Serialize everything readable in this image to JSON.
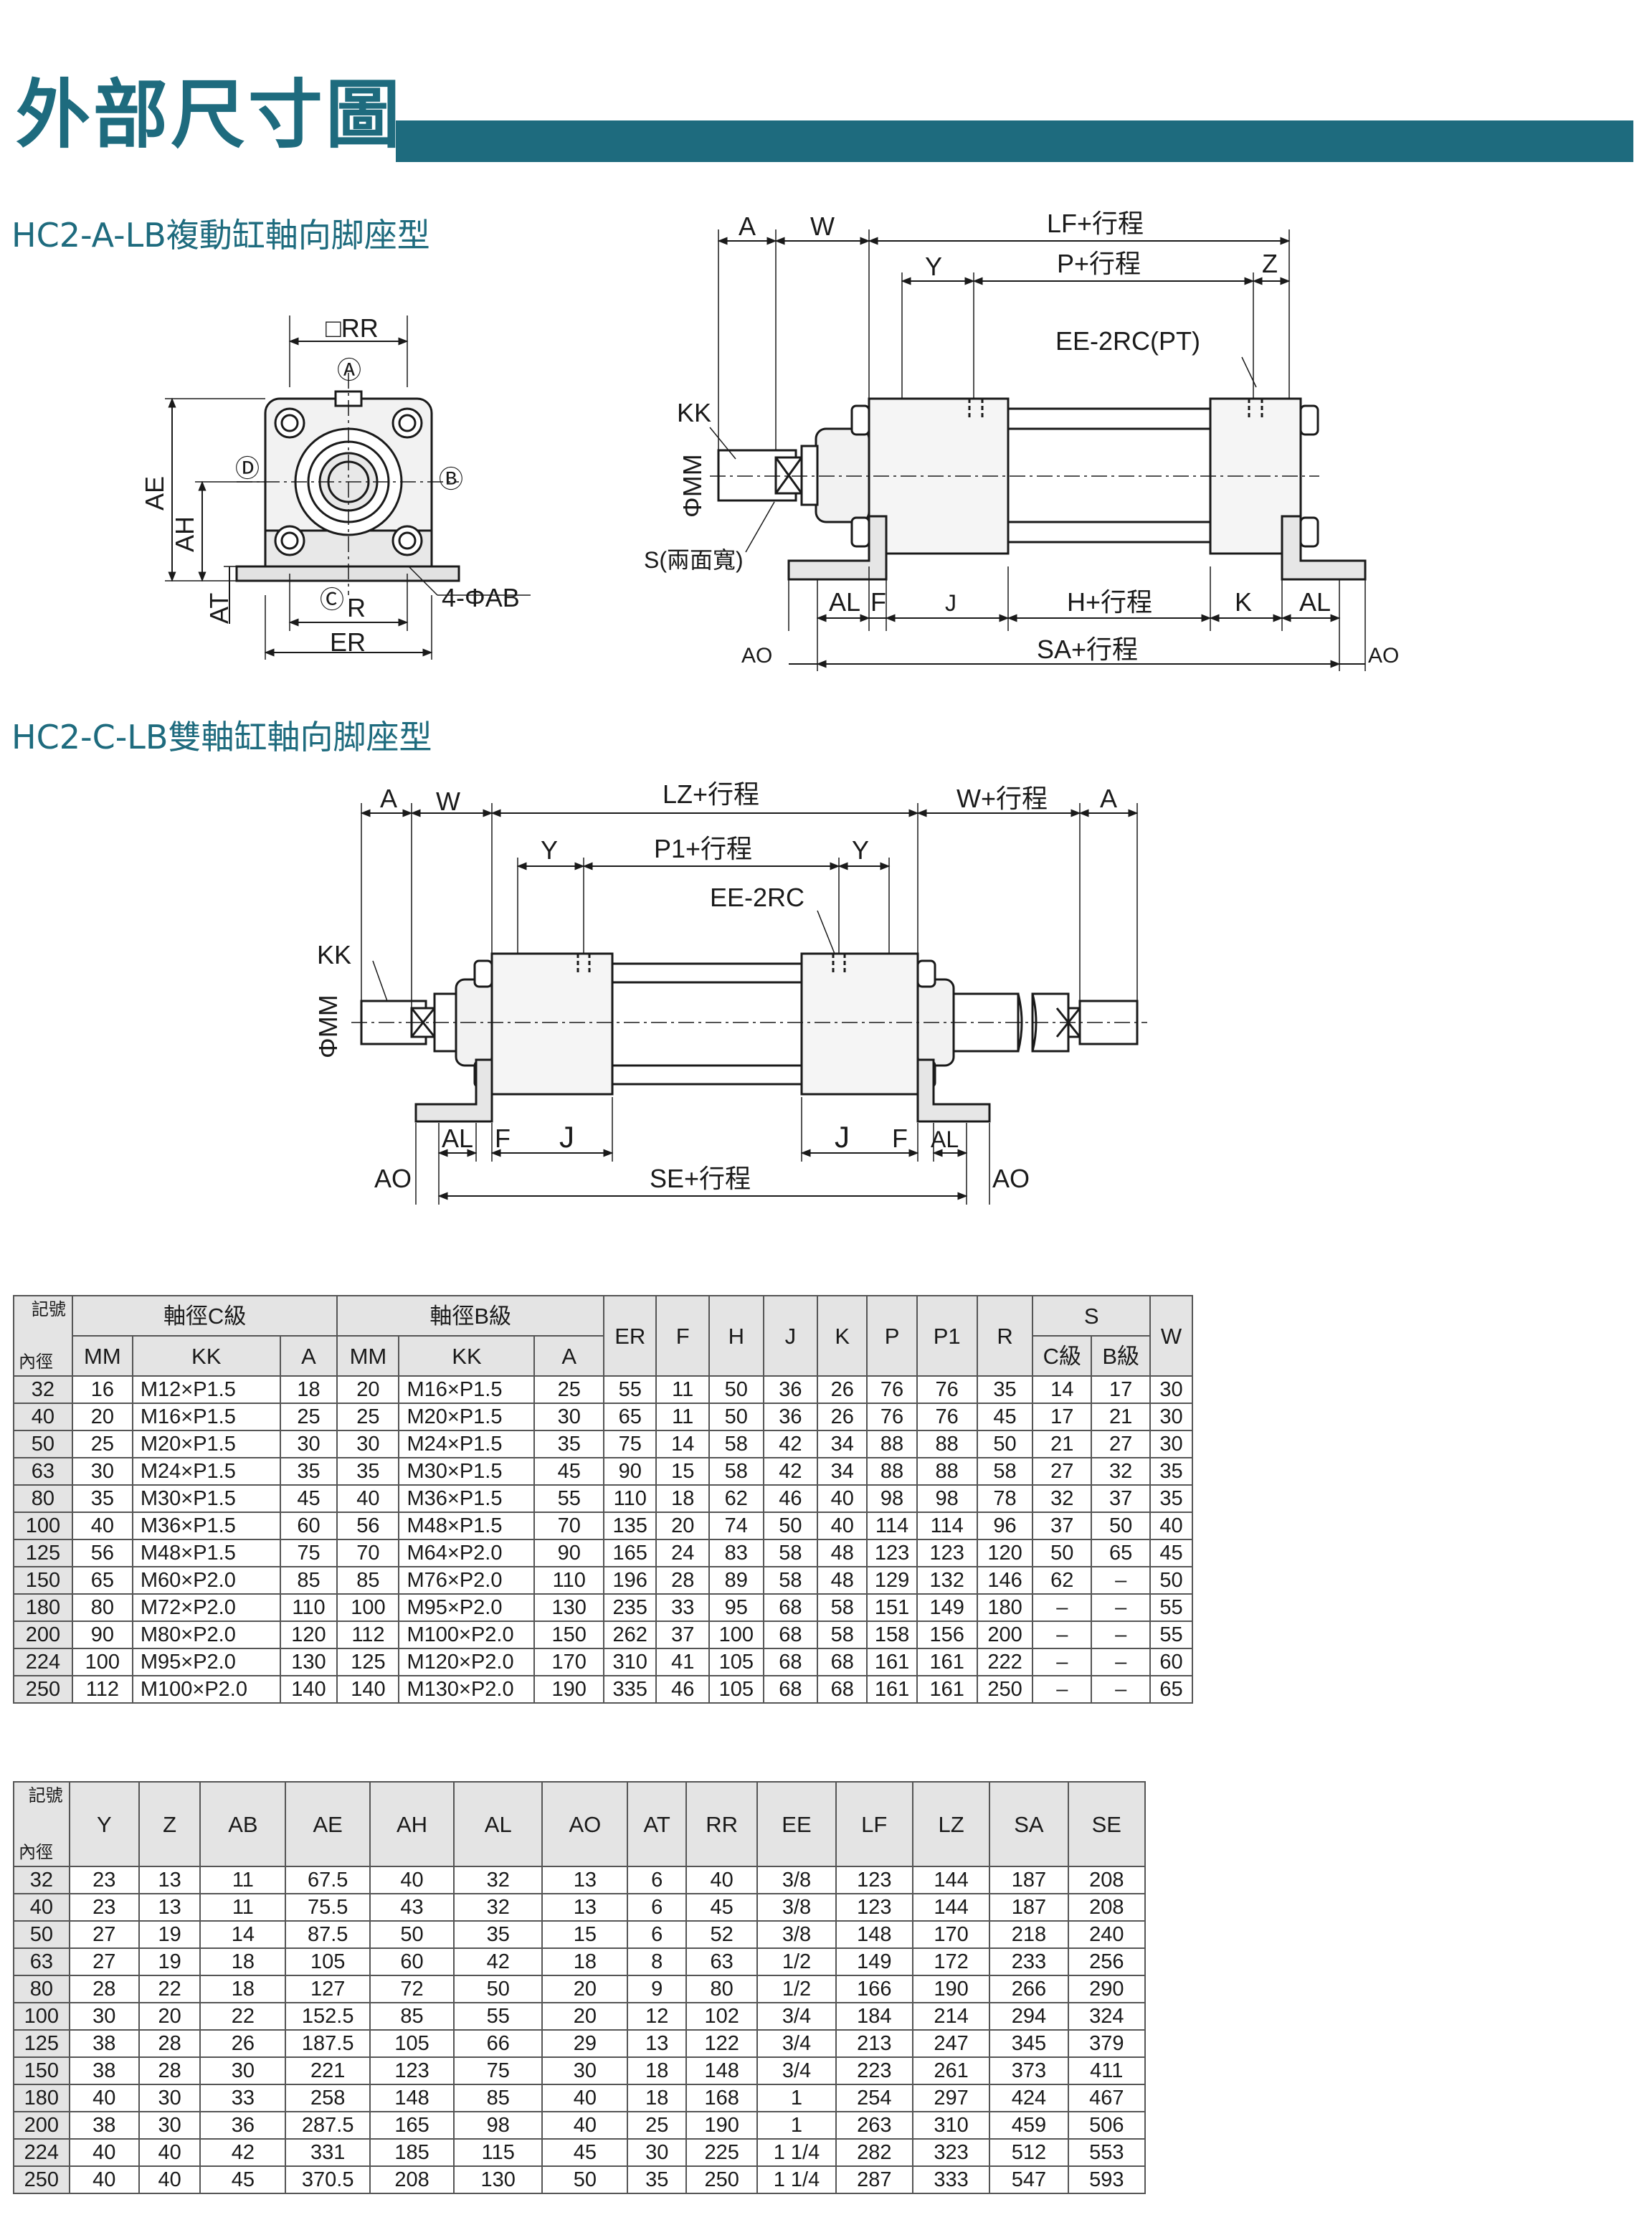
{
  "page": {
    "title": "外部尺寸圖"
  },
  "section_a": {
    "subtitle": "HC2-A-LB複動缸軸向脚座型",
    "front_labels": {
      "rr": "□RR",
      "a": "Ⓐ",
      "b": "Ⓑ",
      "c": "Ⓒ",
      "d": "Ⓓ",
      "ae": "AE",
      "ah": "AH",
      "at": "AT",
      "r": "R",
      "er": "ER",
      "ab": "4-ΦAB"
    },
    "side_labels": {
      "a": "A",
      "w": "W",
      "lf": "LF+行程",
      "y": "Y",
      "p": "P+行程",
      "z": "Z",
      "ee": "EE-2RC(PT)",
      "kk": "KK",
      "mm": "ΦMM",
      "s": "S(兩面寬)",
      "al": "AL",
      "f": "F",
      "j": "J",
      "h": "H+行程",
      "k": "K",
      "al2": "AL",
      "ao": "AO",
      "sa": "SA+行程",
      "ao2": "AO"
    }
  },
  "section_c": {
    "subtitle": "HC2-C-LB雙軸缸軸向脚座型",
    "labels": {
      "a": "A",
      "w": "W",
      "lz": "LZ+行程",
      "w2": "W+行程",
      "a2": "A",
      "y": "Y",
      "p1": "P1+行程",
      "y2": "Y",
      "ee": "EE-2RC",
      "kk": "KK",
      "mm": "ΦMM",
      "al": "AL",
      "f": "F",
      "j": "J",
      "j2": "J",
      "f2": "F",
      "al2": "AL",
      "ao": "AO",
      "se": "SE+行程",
      "ao2": "AO"
    }
  },
  "table1": {
    "corner_top": "記號",
    "corner_bottom": "內徑",
    "group_c": "軸徑C級",
    "group_b": "軸徑B級",
    "group_s": "S",
    "sub_c": [
      "MM",
      "KK",
      "A"
    ],
    "sub_b": [
      "MM",
      "KK",
      "A"
    ],
    "singles": [
      "ER",
      "F",
      "H",
      "J",
      "K",
      "P",
      "P1",
      "R"
    ],
    "sub_s": [
      "C級",
      "B級"
    ],
    "last": "W",
    "rows": [
      [
        "32",
        "16",
        "M12×P1.5",
        "18",
        "20",
        "M16×P1.5",
        "25",
        "55",
        "11",
        "50",
        "36",
        "26",
        "76",
        "76",
        "35",
        "14",
        "17",
        "30"
      ],
      [
        "40",
        "20",
        "M16×P1.5",
        "25",
        "25",
        "M20×P1.5",
        "30",
        "65",
        "11",
        "50",
        "36",
        "26",
        "76",
        "76",
        "45",
        "17",
        "21",
        "30"
      ],
      [
        "50",
        "25",
        "M20×P1.5",
        "30",
        "30",
        "M24×P1.5",
        "35",
        "75",
        "14",
        "58",
        "42",
        "34",
        "88",
        "88",
        "50",
        "21",
        "27",
        "30"
      ],
      [
        "63",
        "30",
        "M24×P1.5",
        "35",
        "35",
        "M30×P1.5",
        "45",
        "90",
        "15",
        "58",
        "42",
        "34",
        "88",
        "88",
        "58",
        "27",
        "32",
        "35"
      ],
      [
        "80",
        "35",
        "M30×P1.5",
        "45",
        "40",
        "M36×P1.5",
        "55",
        "110",
        "18",
        "62",
        "46",
        "40",
        "98",
        "98",
        "78",
        "32",
        "37",
        "35"
      ],
      [
        "100",
        "40",
        "M36×P1.5",
        "60",
        "56",
        "M48×P1.5",
        "70",
        "135",
        "20",
        "74",
        "50",
        "40",
        "114",
        "114",
        "96",
        "37",
        "50",
        "40"
      ],
      [
        "125",
        "56",
        "M48×P1.5",
        "75",
        "70",
        "M64×P2.0",
        "90",
        "165",
        "24",
        "83",
        "58",
        "48",
        "123",
        "123",
        "120",
        "50",
        "65",
        "45"
      ],
      [
        "150",
        "65",
        "M60×P2.0",
        "85",
        "85",
        "M76×P2.0",
        "110",
        "196",
        "28",
        "89",
        "58",
        "48",
        "129",
        "132",
        "146",
        "62",
        "–",
        "50"
      ],
      [
        "180",
        "80",
        "M72×P2.0",
        "110",
        "100",
        "M95×P2.0",
        "130",
        "235",
        "33",
        "95",
        "68",
        "58",
        "151",
        "149",
        "180",
        "–",
        "–",
        "55"
      ],
      [
        "200",
        "90",
        "M80×P2.0",
        "120",
        "112",
        "M100×P2.0",
        "150",
        "262",
        "37",
        "100",
        "68",
        "58",
        "158",
        "156",
        "200",
        "–",
        "–",
        "55"
      ],
      [
        "224",
        "100",
        "M95×P2.0",
        "130",
        "125",
        "M120×P2.0",
        "170",
        "310",
        "41",
        "105",
        "68",
        "68",
        "161",
        "161",
        "222",
        "–",
        "–",
        "60"
      ],
      [
        "250",
        "112",
        "M100×P2.0",
        "140",
        "140",
        "M130×P2.0",
        "190",
        "335",
        "46",
        "105",
        "68",
        "68",
        "161",
        "161",
        "250",
        "–",
        "–",
        "65"
      ]
    ]
  },
  "table2": {
    "corner_top": "記號",
    "corner_bottom": "內徑",
    "headers": [
      "Y",
      "Z",
      "AB",
      "AE",
      "AH",
      "AL",
      "AO",
      "AT",
      "RR",
      "EE",
      "LF",
      "LZ",
      "SA",
      "SE"
    ],
    "rows": [
      [
        "32",
        "23",
        "13",
        "11",
        "67.5",
        "40",
        "32",
        "13",
        "6",
        "40",
        "3/8",
        "123",
        "144",
        "187",
        "208"
      ],
      [
        "40",
        "23",
        "13",
        "11",
        "75.5",
        "43",
        "32",
        "13",
        "6",
        "45",
        "3/8",
        "123",
        "144",
        "187",
        "208"
      ],
      [
        "50",
        "27",
        "19",
        "14",
        "87.5",
        "50",
        "35",
        "15",
        "6",
        "52",
        "3/8",
        "148",
        "170",
        "218",
        "240"
      ],
      [
        "63",
        "27",
        "19",
        "18",
        "105",
        "60",
        "42",
        "18",
        "8",
        "63",
        "1/2",
        "149",
        "172",
        "233",
        "256"
      ],
      [
        "80",
        "28",
        "22",
        "18",
        "127",
        "72",
        "50",
        "20",
        "9",
        "80",
        "1/2",
        "166",
        "190",
        "266",
        "290"
      ],
      [
        "100",
        "30",
        "20",
        "22",
        "152.5",
        "85",
        "55",
        "20",
        "12",
        "102",
        "3/4",
        "184",
        "214",
        "294",
        "324"
      ],
      [
        "125",
        "38",
        "28",
        "26",
        "187.5",
        "105",
        "66",
        "29",
        "13",
        "122",
        "3/4",
        "213",
        "247",
        "345",
        "379"
      ],
      [
        "150",
        "38",
        "28",
        "30",
        "221",
        "123",
        "75",
        "30",
        "18",
        "148",
        "3/4",
        "223",
        "261",
        "373",
        "411"
      ],
      [
        "180",
        "40",
        "30",
        "33",
        "258",
        "148",
        "85",
        "40",
        "18",
        "168",
        "1",
        "254",
        "297",
        "424",
        "467"
      ],
      [
        "200",
        "38",
        "30",
        "36",
        "287.5",
        "165",
        "98",
        "40",
        "25",
        "190",
        "1",
        "263",
        "310",
        "459",
        "506"
      ],
      [
        "224",
        "40",
        "40",
        "42",
        "331",
        "185",
        "115",
        "45",
        "30",
        "225",
        "1 1/4",
        "282",
        "323",
        "512",
        "553"
      ],
      [
        "250",
        "40",
        "40",
        "45",
        "370.5",
        "208",
        "130",
        "50",
        "35",
        "250",
        "1 1/4",
        "287",
        "333",
        "547",
        "593"
      ]
    ]
  }
}
